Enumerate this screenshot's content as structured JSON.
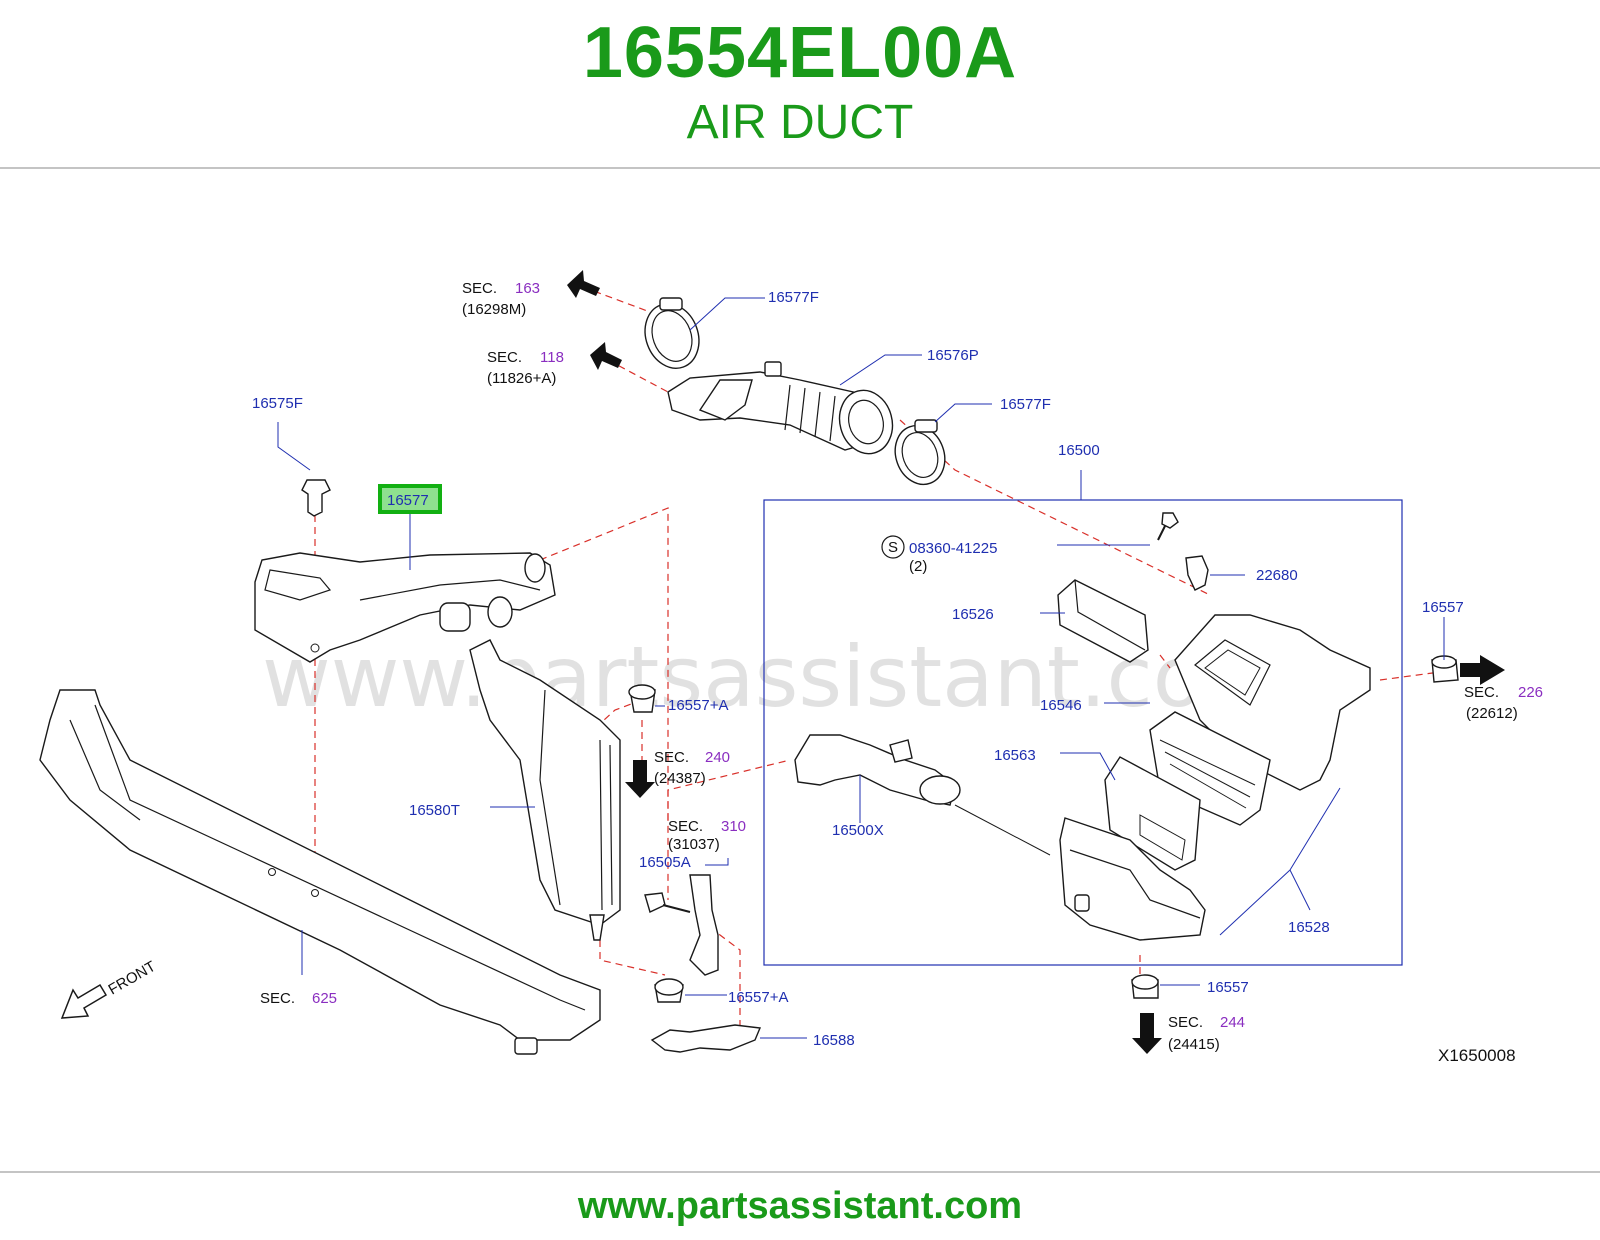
{
  "header": {
    "part_number": "16554EL00A",
    "part_name": "AIR DUCT"
  },
  "footer": {
    "url": "www.partsassistant.com"
  },
  "diagram": {
    "watermark": "www.partsassistant.com",
    "code": "X1650008",
    "front_label": "FRONT",
    "highlighted_part": "16577",
    "parts": {
      "p16577F_top": "16577F",
      "p16576P": "16576P",
      "p16577F_mid": "16577F",
      "p16575F": "16575F",
      "p16500": "16500",
      "p08360": "08360-41225",
      "p08360_qty": "(2)",
      "s_circle": "S",
      "p22680": "22680",
      "p16526": "16526",
      "p16557_right": "16557",
      "p16557A_top": "16557+A",
      "p16546": "16546",
      "p16563": "16563",
      "p16580T": "16580T",
      "p16500X": "16500X",
      "p16505A": "16505A",
      "p16528": "16528",
      "p16557A_bot": "16557+A",
      "p16557_bot": "16557",
      "p16588": "16588"
    },
    "sections": [
      {
        "sec": "SEC.",
        "num": "163",
        "ref": "(16298M)"
      },
      {
        "sec": "SEC.",
        "num": "118",
        "ref": "(11826+A)"
      },
      {
        "sec": "SEC.",
        "num": "240",
        "ref": "(24387)"
      },
      {
        "sec": "SEC.",
        "num": "310",
        "ref": "(31037)"
      },
      {
        "sec": "SEC.",
        "num": "625"
      },
      {
        "sec": "SEC.",
        "num": "226",
        "ref": "(22612)"
      },
      {
        "sec": "SEC.",
        "num": "244",
        "ref": "(24415)"
      }
    ]
  }
}
